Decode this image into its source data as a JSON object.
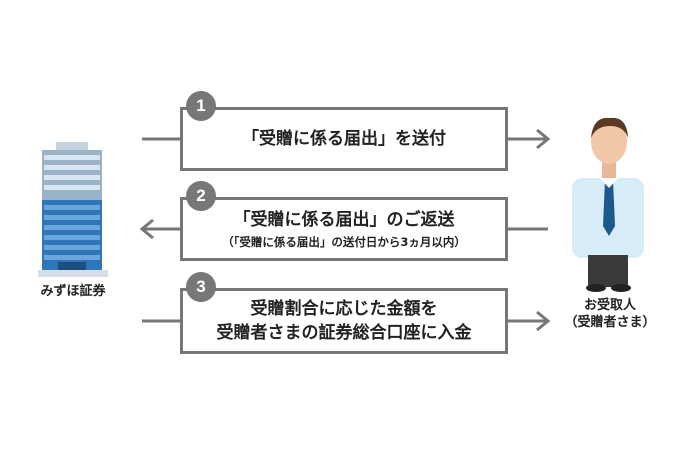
{
  "steps": [
    {
      "number": "1",
      "title": "「受贈に係る届出」を送付",
      "subtitle": "",
      "direction": "to-recipient"
    },
    {
      "number": "2",
      "title": "「受贈に係る届出」のご返送",
      "subtitle": "（「受贈に係る届出」の送付日から3ヵ月以内）",
      "direction": "to-mizuho"
    },
    {
      "number": "3",
      "title": "受贈割合に応じた金額を",
      "title2": "受贈者さまの証券総合口座に入金",
      "direction": "to-recipient"
    }
  ],
  "left_party": {
    "label": "みずほ証券",
    "icon": "office-building-icon"
  },
  "right_party": {
    "label": "お受取人",
    "sublabel": "（受贈者さま）",
    "icon": "businessman-icon"
  },
  "colors": {
    "accent_gray": "#777777",
    "building_blue": "#2e76b8",
    "tie": "#1d5a8c"
  }
}
